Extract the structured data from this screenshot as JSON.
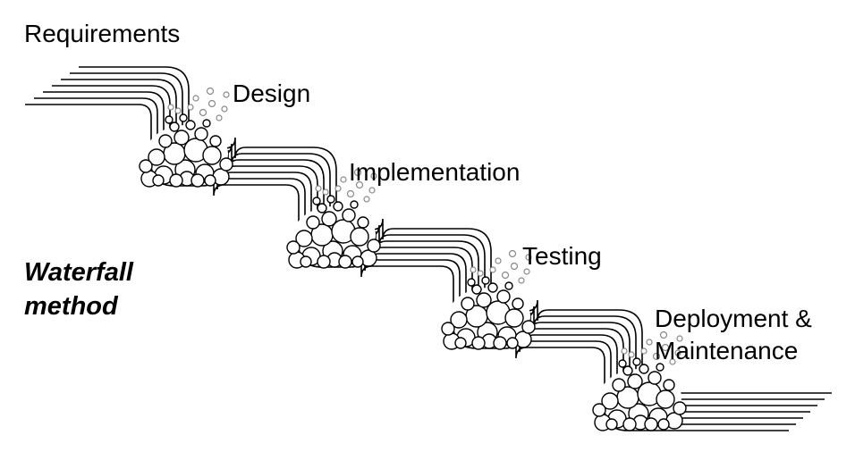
{
  "diagram": {
    "type": "waterfall",
    "title_lines": [
      "Waterfall",
      "method"
    ],
    "stages": [
      "Requirements",
      "Design",
      "Implementation",
      "Testing",
      "Deployment &",
      "Maintenance"
    ],
    "colors": {
      "line": "#000000",
      "bubble_fill": "#ffffff",
      "spray": "#888888",
      "background": "#ffffff"
    }
  }
}
